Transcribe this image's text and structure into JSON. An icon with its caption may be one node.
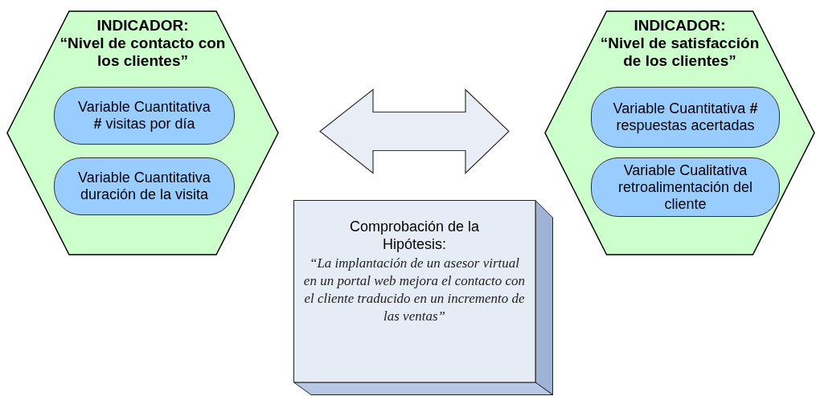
{
  "diagram": {
    "nodes": [
      {
        "text": [
          "INDICADOR:",
          "“Nivel de contacto con los clientes”"
        ]
      },
      {
        "text": [
          "Variable Cuantitativa **#** visitas por día"
        ],
        "in": 0
      },
      {
        "text": [
          "Variable Cuantitativa duración de la visita"
        ],
        "in": 0
      },
      {
        "text": [
          "INDICADOR:",
          "“Nivel de satisfacción de los clientes”"
        ]
      },
      {
        "text": [
          "Variable Cuantitativa **#** respuestas acertadas"
        ],
        "in": 3
      },
      {
        "text": [
          "Variable Cualitativa retroalimentación del cliente"
        ],
        "in": 3
      },
      {
        "text": [
          "Comprobación de la Hipótesis:",
          "“La implantación de un asesor virtual en un portal web mejora el contacto con el cliente traducido en un incremento de las ventas”"
        ]
      }
    ],
    "edges": [
      {
        "from": 0,
        "to": 3,
        "arrow": "both"
      }
    ]
  }
}
